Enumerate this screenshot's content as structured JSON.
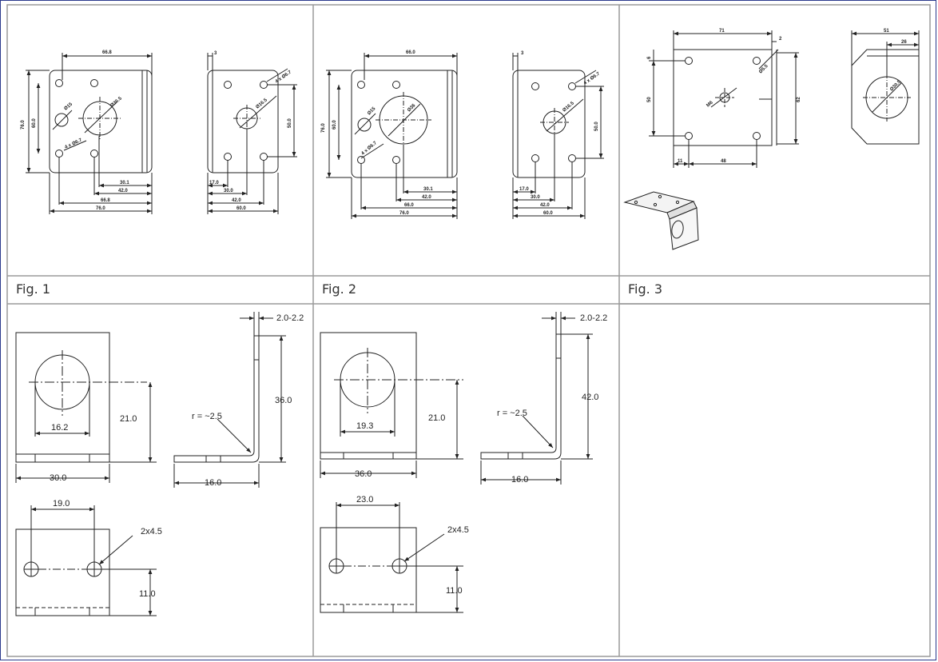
{
  "figures": [
    {
      "caption": "Fig. 1",
      "labels": {
        "w_top": "66.8",
        "h_outer": "76.0",
        "h_inner": "60.0",
        "hole_small": "Ø15",
        "hole_big": "Ø36.5",
        "holes4": "4 x Ø6.7",
        "d1": "30.1",
        "d2": "42.0",
        "d3": "66.8",
        "d4": "76.0",
        "side_t": "3",
        "side_holes": "4 x Ø6.7",
        "side_hole": "Ø16.5",
        "side_h": "50.0",
        "s1": "17.0",
        "s2": "30.0",
        "s3": "42.0",
        "s4": "60.0"
      }
    },
    {
      "caption": "Fig. 2",
      "labels": {
        "w_top": "66.0",
        "h_outer": "76.0",
        "h_inner": "60.0",
        "hole_small": "Ø15",
        "hole_big": "Ø36",
        "holes4": "4 x Ø6.7",
        "d1": "30.1",
        "d2": "42.0",
        "d3": "66.0",
        "d4": "76.0",
        "side_t": "3",
        "side_holes": "4 x Ø6.7",
        "side_hole": "Ø16.5",
        "side_h": "50.0",
        "s1": "17.0",
        "s2": "30.0",
        "s3": "42.0",
        "s4": "60.0"
      }
    },
    {
      "caption": "Fig. 3",
      "labels": {
        "w_top": "71",
        "t": "2",
        "left_h": "50",
        "right_h": "62",
        "top_off": "6",
        "hole_a": "Ø5.5",
        "hole_b": "M6",
        "bottom_a": "11",
        "bottom_b": "48",
        "side_w": "51",
        "side_w2": "26",
        "side_hole": "Ø30.5"
      }
    },
    {
      "caption": "",
      "labels": {
        "thickness": "2.0-2.2",
        "height": "36.0",
        "radius": "r = ~2.5",
        "hole": "16.2",
        "hole_h": "21.0",
        "width": "30.0",
        "base": "16.0",
        "holes_spacing": "19.0",
        "holes": "2x4.5",
        "holes_h": "11.0"
      }
    },
    {
      "caption": "",
      "labels": {
        "thickness": "2.0-2.2",
        "height": "42.0",
        "radius": "r = ~2.5",
        "hole": "19.3",
        "hole_h": "21.0",
        "width": "36.0",
        "base": "16.0",
        "holes_spacing": "23.0",
        "holes": "2x4.5",
        "holes_h": "11.0"
      }
    }
  ],
  "colors": {
    "border": "#2b3a8c",
    "grid": "#9a9a9a",
    "line": "#222222"
  }
}
